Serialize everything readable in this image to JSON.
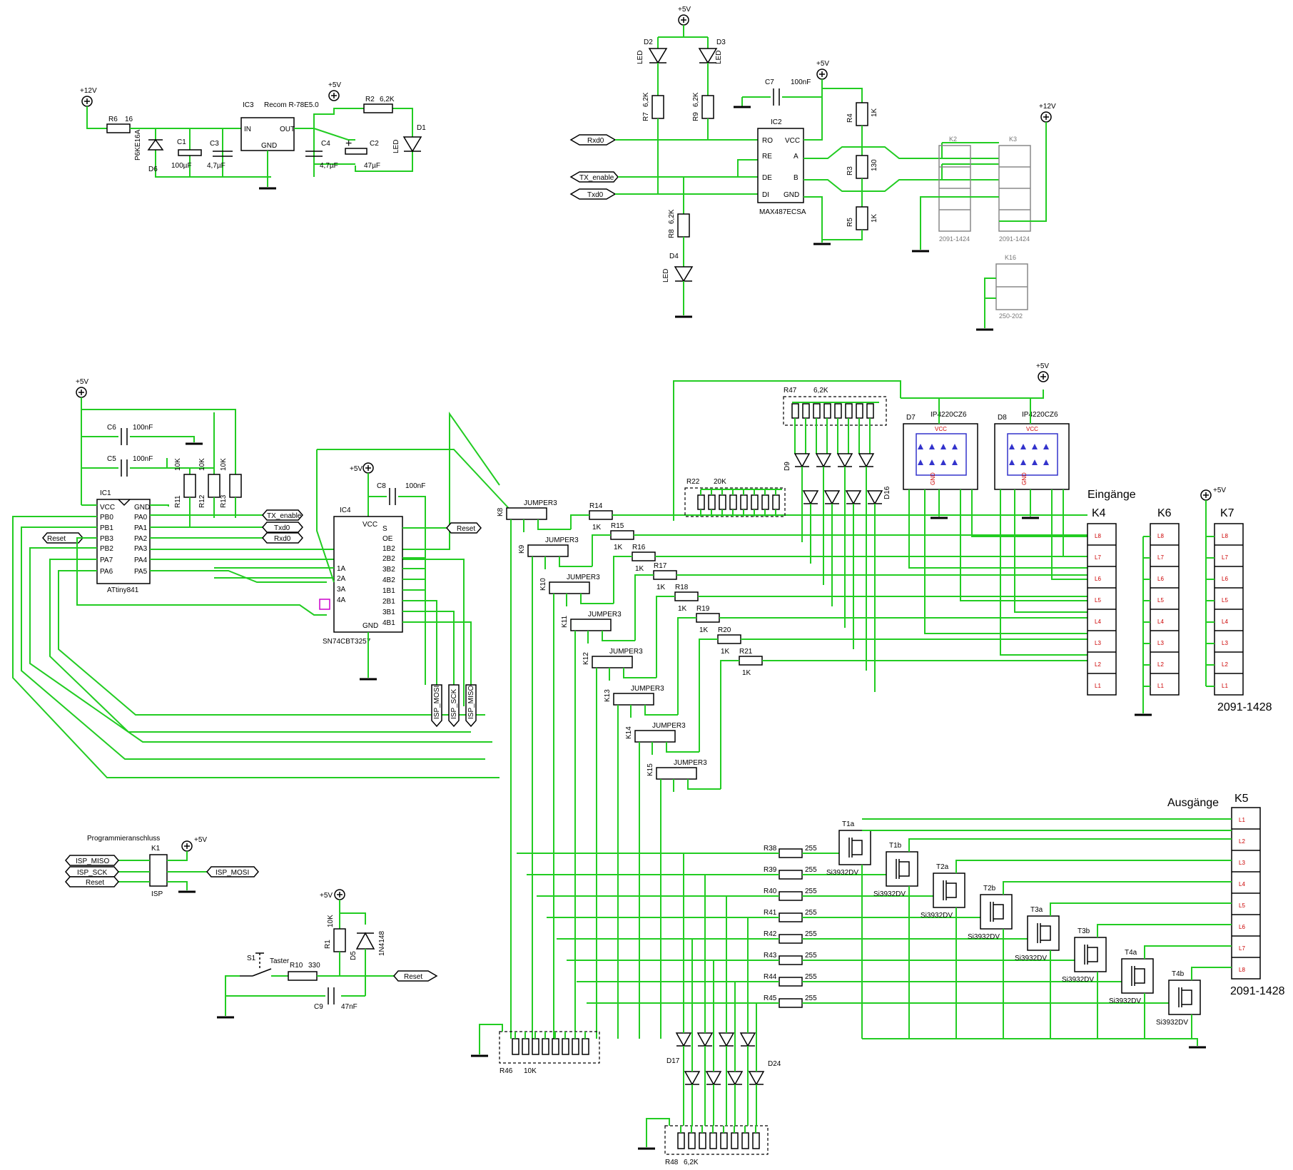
{
  "colors": {
    "wire": "#22cc22",
    "pin": "#cc0000",
    "component": "#000000",
    "blue": "#3333cc"
  },
  "power": {
    "r6": {
      "name": "R6",
      "value": "16"
    },
    "d6": {
      "name": "D6",
      "value": "P6KE16A"
    },
    "c1": {
      "name": "C1",
      "value": "100µF"
    },
    "c3": {
      "name": "C3",
      "value": "4,7µF"
    },
    "ic3": {
      "name": "IC3",
      "value": "Recom R-78E5.0",
      "pin_in": "IN",
      "pin_out": "OUT",
      "pin_gnd": "GND"
    },
    "c4": {
      "name": "C4",
      "value": "4,7µF"
    },
    "c2": {
      "name": "C2",
      "value": "47µF"
    },
    "r2": {
      "name": "R2",
      "value": "6,2K"
    },
    "d1": {
      "name": "D1",
      "value": "LED"
    },
    "vin": "+12V",
    "vout": "+5V"
  },
  "rs485": {
    "ic2": {
      "name": "IC2",
      "value": "MAX487ECSA",
      "pins": [
        "RO",
        "RE",
        "DE",
        "DI",
        "VCC",
        "A",
        "B",
        "GND"
      ]
    },
    "c7": {
      "name": "C7",
      "value": "100nF"
    },
    "r7": {
      "name": "R7",
      "value": "6,2K"
    },
    "r9": {
      "name": "R9",
      "value": "6,2K"
    },
    "r8": {
      "name": "R8",
      "value": "6,2K"
    },
    "r4": {
      "name": "R4",
      "value": "1K"
    },
    "r3": {
      "name": "R3",
      "value": "130"
    },
    "r5": {
      "name": "R5",
      "value": "1K"
    },
    "d2": {
      "name": "D2",
      "value": "LED"
    },
    "d3": {
      "name": "D3",
      "value": "LED"
    },
    "d4": {
      "name": "D4",
      "value": "LED"
    },
    "k2": {
      "name": "K2",
      "value": "2091-1424"
    },
    "k3": {
      "name": "K3",
      "value": "2091-1424"
    },
    "k16": {
      "name": "K16",
      "value": "250-202"
    },
    "ports": {
      "rxd": "Rxd0",
      "tx_enable": "TX_enable",
      "txd": "Txd0"
    },
    "plus5": "+5V",
    "plus12": "+12V"
  },
  "mcu": {
    "ic1": {
      "name": "IC1",
      "value": "ATtiny841"
    },
    "left_pins": [
      "VCC",
      "PB0",
      "PB1",
      "PB3",
      "PB2",
      "PA7",
      "PA6"
    ],
    "right_pins": [
      "GND",
      "PA0",
      "PA1",
      "PA2",
      "PA3",
      "PA4",
      "PA5"
    ],
    "c6": {
      "name": "C6",
      "value": "100nF"
    },
    "c5": {
      "name": "C5",
      "value": "100nF"
    },
    "r11": {
      "name": "R11",
      "value": "10K"
    },
    "r12": {
      "name": "R12",
      "value": "10K"
    },
    "r13": {
      "name": "R13",
      "value": "10K"
    },
    "ports": {
      "tx_enable": "TX_enable",
      "txd": "Txd0",
      "rxd": "Rxd0",
      "reset": "Reset"
    },
    "plus5": "+5V"
  },
  "mux": {
    "ic4": {
      "name": "IC4",
      "value": "SN74CBT3257"
    },
    "left_pins": [
      "1A",
      "2A",
      "3A",
      "4A"
    ],
    "right_pins": [
      "S",
      "OE",
      "1B2",
      "2B2",
      "3B2",
      "4B2",
      "1B1",
      "2B1",
      "3B1",
      "4B1"
    ],
    "c8": {
      "name": "C8",
      "value": "100nF"
    },
    "reset": "Reset",
    "isp_ports": [
      "ISP_MOSI",
      "ISP_SCK",
      "ISP_MISO"
    ],
    "pin_vcc": "VCC",
    "pin_gnd": "GND",
    "plus5": "+5V"
  },
  "jumpers": {
    "value": "JUMPER3",
    "names": [
      "K8",
      "K9",
      "K10",
      "K11",
      "K12",
      "K13",
      "K14",
      "K15"
    ]
  },
  "input_res": {
    "names": [
      "R14",
      "R15",
      "R16",
      "R17",
      "R18",
      "R19",
      "R20",
      "R21"
    ],
    "value": "1K"
  },
  "r22": {
    "name": "R22",
    "value": "20K"
  },
  "r47": {
    "name": "R47",
    "value": "6,2K"
  },
  "d9": "D9",
  "d16": "D16",
  "d7": {
    "name": "D7",
    "value": "IP4220CZ6",
    "vcc": "VCC",
    "gnd": "GND"
  },
  "d8": {
    "name": "D8",
    "value": "IP4220CZ6",
    "vcc": "VCC",
    "gnd": "GND"
  },
  "inputs": {
    "title": "Eingänge",
    "k4": "K4",
    "k6": "K6",
    "k7": "K7",
    "part": "2091-1428",
    "pins": [
      "L8",
      "L7",
      "L6",
      "L5",
      "L4",
      "L3",
      "L2",
      "L1"
    ],
    "plus5": "+5V"
  },
  "outputs": {
    "title": "Ausgänge",
    "k5": "K5",
    "part": "2091-1428",
    "pins": [
      "L1",
      "L2",
      "L3",
      "L4",
      "L5",
      "L6",
      "L7",
      "L8"
    ],
    "res_names": [
      "R38",
      "R39",
      "R40",
      "R41",
      "R42",
      "R43",
      "R44",
      "R45"
    ],
    "res_value": "255",
    "fets": [
      "T1a",
      "T1b",
      "T2a",
      "T2b",
      "T3a",
      "T3b",
      "T4a",
      "T4b"
    ],
    "fet_value": "Si3932DV",
    "r46": {
      "name": "R46",
      "value": "10K"
    },
    "r48": {
      "name": "R48",
      "value": "6,2K"
    },
    "d17": "D17",
    "d24": "D24"
  },
  "isp": {
    "title": "Programmieranschluss",
    "k1": {
      "name": "K1",
      "value": "ISP"
    },
    "ports": [
      "ISP_MISO",
      "ISP_SCK",
      "Reset",
      "ISP_MOSI"
    ],
    "plus5": "+5V"
  },
  "reset_circ": {
    "s1": {
      "name": "S1",
      "value": "Taster"
    },
    "r10": {
      "name": "R10",
      "value": "330"
    },
    "r1": {
      "name": "R1",
      "value": "10K"
    },
    "d5": {
      "name": "D5",
      "value": "1N4148"
    },
    "c9": {
      "name": "C9",
      "value": "47nF"
    },
    "reset": "Reset",
    "plus5": "+5V"
  }
}
